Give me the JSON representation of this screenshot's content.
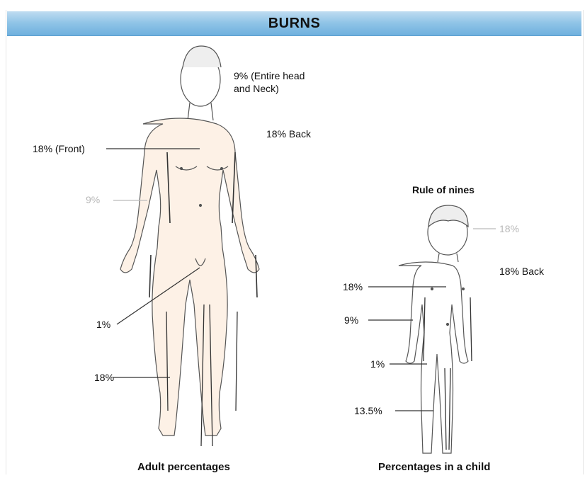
{
  "header": {
    "title": "BURNS"
  },
  "adult": {
    "head_label_line1": "9% (Entire head",
    "head_label_line2": "and Neck)",
    "back_label": "18% Back",
    "front_label": "18% (Front)",
    "arm_label": "9%",
    "groin_label": "1%",
    "leg_label": "18%",
    "caption": "Adult percentages"
  },
  "child": {
    "rule_label": "Rule of nines",
    "head_label": "18%",
    "back_label": "18% Back",
    "front_label": "18%",
    "arm_label": "9%",
    "groin_label": "1%",
    "leg_label": "13.5%",
    "caption": "Percentages in a child"
  },
  "colors": {
    "header_bar": "#8ec3e6",
    "skin_shading": "#f6dcc6",
    "outline": "#555555"
  }
}
